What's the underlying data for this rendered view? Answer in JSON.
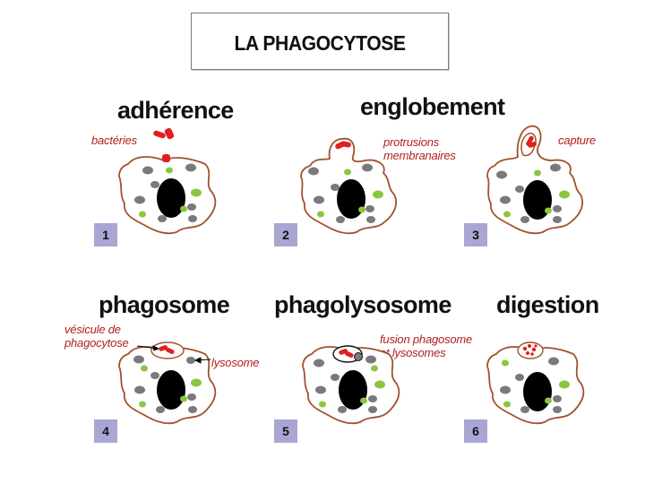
{
  "title": "LA PHAGOCYTOSE",
  "colors": {
    "membrane": "#a0522d",
    "bacteria": "#e02020",
    "granule_gray": "#7a7a7a",
    "granule_green": "#8cc63f",
    "nucleus": "#000000",
    "label_red": "#b12020",
    "number_box": "#a9a6d4"
  },
  "stages": [
    {
      "number": "1",
      "title": "adhérence",
      "notes": [
        "bactéries"
      ]
    },
    {
      "number": "2",
      "title": "englobement",
      "notes": [
        "protrusions\nmembranaires"
      ]
    },
    {
      "number": "3",
      "title": "",
      "notes": [
        "capture"
      ]
    },
    {
      "number": "4",
      "title": "phagosome",
      "notes": [
        "vésicule de\nphagocytose",
        "lysosome"
      ]
    },
    {
      "number": "5",
      "title": "phagolysosome",
      "notes": [
        "fusion phagosome\net lysosomes"
      ]
    },
    {
      "number": "6",
      "title": "digestion",
      "notes": []
    }
  ]
}
